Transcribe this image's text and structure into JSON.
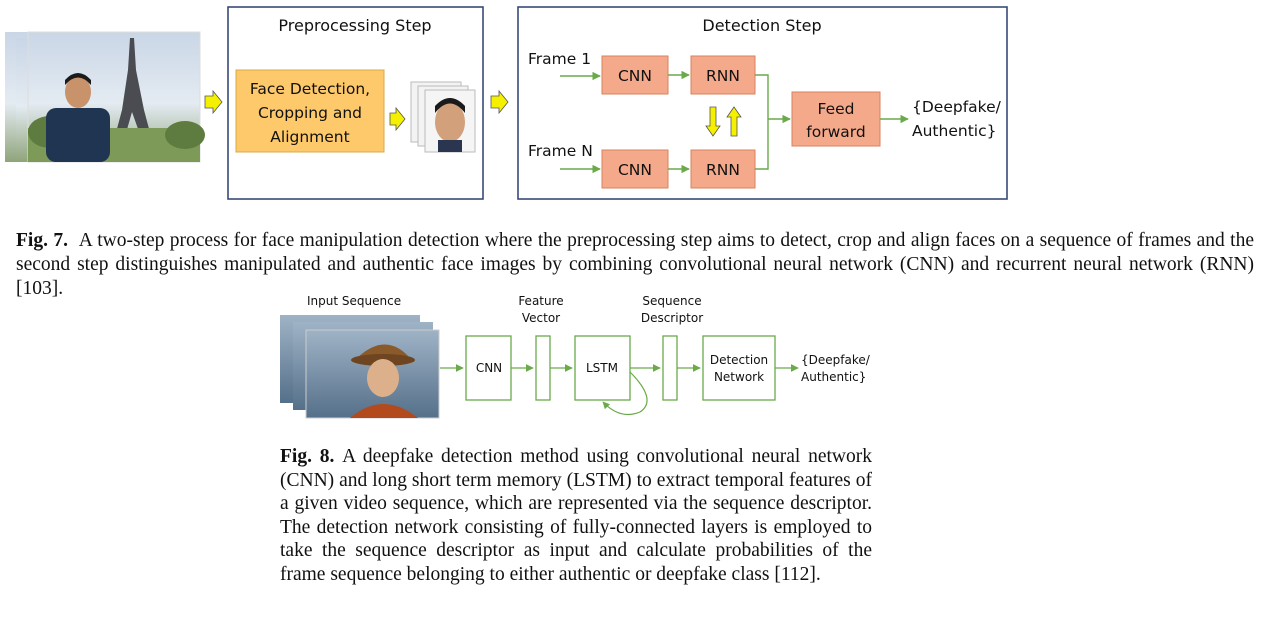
{
  "fig7": {
    "preprocessing_title": "Preprocessing Step",
    "detection_title": "Detection Step",
    "preprocess_box": [
      "Face Detection,",
      "Cropping and",
      "Alignment"
    ],
    "frame1_label": "Frame 1",
    "frameN_label": "Frame N",
    "cnn_label": "CNN",
    "rnn_label": "RNN",
    "ff_label": [
      "Feed",
      "forward"
    ],
    "output": [
      "{Deepfake/",
      "Authentic}"
    ],
    "caption_label": "Fig. 7.",
    "caption_text": "A two-step process for face manipulation detection where the preprocessing step aims to detect, crop and align faces on a sequence of frames and the second step distinguishes manipulated and authentic face images by combining convolutional neural network (CNN) and recurrent neural network (RNN) [103]."
  },
  "fig8": {
    "input_label": "Input Sequence",
    "feature_label": [
      "Feature",
      "Vector"
    ],
    "sequence_label": [
      "Sequence",
      "Descriptor"
    ],
    "cnn_label": "CNN",
    "lstm_label": "LSTM",
    "detection_label": [
      "Detection",
      "Network"
    ],
    "output": [
      "{Deepfake/",
      "Authentic}"
    ],
    "caption_label": "Fig. 8.",
    "caption_text": "A deepfake detection method using convolutional neural network (CNN) and long short term memory (LSTM) to extract temporal features of a given video sequence, which are represented via the sequence descriptor. The detection network consisting of fully-connected layers is employed to take the sequence descriptor as input and calculate probabilities of the frame sequence belonging to either authentic or deepfake class [112]."
  },
  "colors": {
    "box_border": "#3a4a7a",
    "orange_fill": "#f4a98a",
    "orange_border": "#d9825d",
    "yellow_fill": "#fdc96a",
    "green_arrow": "#6aaa4a",
    "yellow_arrow": "#f5f000"
  }
}
